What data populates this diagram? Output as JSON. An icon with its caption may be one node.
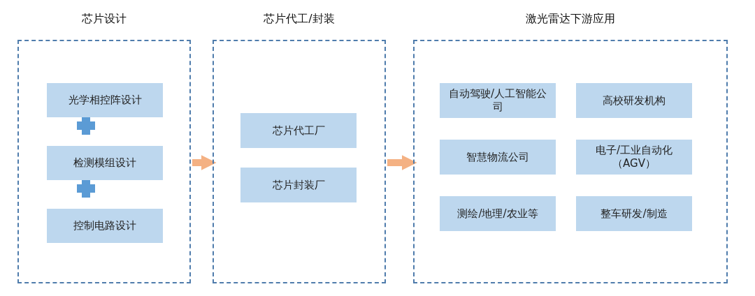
{
  "diagram": {
    "nodes": [
      {
        "text": [
          "芯片设计"
        ]
      },
      {
        "text": [
          "光学相控阵设计"
        ],
        "in": 0
      },
      {
        "text": [
          "检测模组设计"
        ],
        "in": 0
      },
      {
        "text": [
          "控制电路设计"
        ],
        "in": 0
      },
      {
        "text": [
          "芯片代工/封装"
        ]
      },
      {
        "text": [
          "芯片代工厂"
        ],
        "in": 4
      },
      {
        "text": [
          "芯片封装厂"
        ],
        "in": 4
      },
      {
        "text": [
          "激光雷达下游应用"
        ]
      },
      {
        "text": [
          "自动驾驶/人工智能公司"
        ],
        "in": 7
      },
      {
        "text": [
          "高校研发机构"
        ],
        "in": 7
      },
      {
        "text": [
          "智慧物流公司"
        ],
        "in": 7
      },
      {
        "text": [
          "电子/工业自动化（AGV）"
        ],
        "in": 7
      },
      {
        "text": [
          "测绘/地理/农业等"
        ],
        "in": 7
      },
      {
        "text": [
          "整车研发/制造"
        ],
        "in": 7
      }
    ],
    "edges": [
      {
        "from": 0,
        "to": 4,
        "arrow": "to"
      },
      {
        "from": 4,
        "to": 7,
        "arrow": "to"
      }
    ]
  }
}
